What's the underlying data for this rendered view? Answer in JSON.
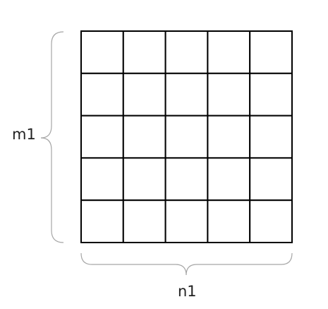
{
  "matrix": {
    "rows": 5,
    "cols": 5,
    "row_label": "m1",
    "col_label": "n1"
  },
  "colors": {
    "grid_line": "#000000",
    "brace": "#a6a6a6",
    "label": "#222222",
    "background": "#ffffff"
  }
}
